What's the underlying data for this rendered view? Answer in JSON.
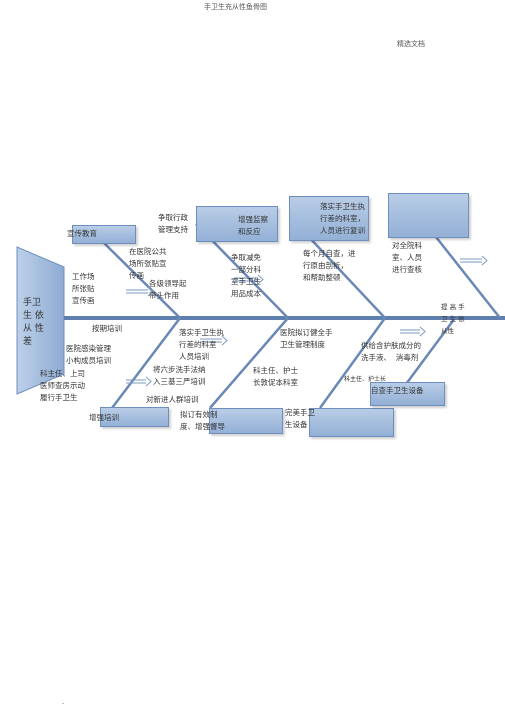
{
  "page": {
    "title": "手卫生充从性鱼骨图",
    "subtitle": "精选文档",
    "footer": "."
  },
  "head": {
    "text": "手卫\n生 依\n从 性\n差"
  },
  "effect": {
    "text": "提 高 手\n卫 生 依\n从性"
  },
  "top": {
    "b1": {
      "label": "宣传教育",
      "items": [
        "在医院公共\n场所张贴宣\n传画",
        "各级领导起\n带头作用",
        "工作场\n所张贴\n宣传画"
      ]
    },
    "b2": {
      "items": [
        "争取行政\n管理支持",
        "增强监察\n和反应",
        "争取减免\n一部分科\n室手卫生\n用品成本"
      ]
    },
    "b3": {
      "items": [
        "落实手卫生执\n行差的科室，\n人员进行复训",
        "每个月自查，进\n行原由剖析，\n和帮助整顿"
      ]
    },
    "b4": {
      "items": [
        "对全院科\n室、人员\n进行查核"
      ]
    }
  },
  "bottom": {
    "b1": {
      "label": "增强培训",
      "items": [
        "按期培训",
        "医院感染管理\n小构成员培训",
        "科主任、上司\n医师查房示动\n履行手卫生"
      ]
    },
    "b2": {
      "items": [
        "落实手卫生执\n行差的科室\n人员培训",
        "将六步洗手法纳\n入三基三严培训",
        "对新进人群培训",
        "拟订有效制\n度、增强督导"
      ]
    },
    "b3": {
      "items": [
        "医院拟订健全手\n卫生管理制度",
        "科主任、护士\n长敦促本科室",
        "完美手卫\n生设备"
      ]
    },
    "b4": {
      "label": "自查手卫生设备",
      "items": [
        "供给含护肤成分的\n洗手液、  消毒剂",
        "科主任、护士长"
      ]
    }
  }
}
